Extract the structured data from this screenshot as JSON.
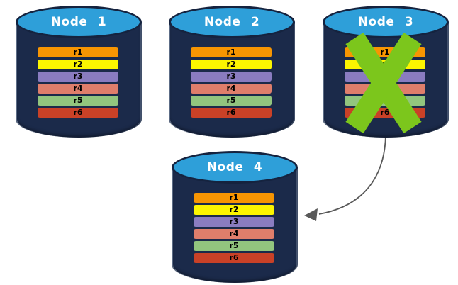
{
  "diagram": {
    "nodes": [
      {
        "label": "Node 1",
        "status": "active",
        "replicas": [
          {
            "label": "r1",
            "color": "#F79502"
          },
          {
            "label": "r2",
            "color": "#FCF500"
          },
          {
            "label": "r3",
            "color": "#8A7CC0"
          },
          {
            "label": "r4",
            "color": "#DF7E6B"
          },
          {
            "label": "r5",
            "color": "#92C57E"
          },
          {
            "label": "r6",
            "color": "#C94127"
          }
        ]
      },
      {
        "label": "Node 2",
        "status": "active",
        "replicas": [
          {
            "label": "r1",
            "color": "#F79502"
          },
          {
            "label": "r2",
            "color": "#FCF500"
          },
          {
            "label": "r3",
            "color": "#8A7CC0"
          },
          {
            "label": "r4",
            "color": "#DF7E6B"
          },
          {
            "label": "r5",
            "color": "#92C57E"
          },
          {
            "label": "r6",
            "color": "#C94127"
          }
        ]
      },
      {
        "label": "Node 3",
        "status": "failed",
        "replicas": [
          {
            "label": "r1",
            "color": "#F79502"
          },
          {
            "label": "r2",
            "color": "#FCF500"
          },
          {
            "label": "r3",
            "color": "#8A7CC0"
          },
          {
            "label": "r4",
            "color": "#DF7E6B"
          },
          {
            "label": "r5",
            "color": "#92C57E"
          },
          {
            "label": "r6",
            "color": "#C94127"
          }
        ]
      },
      {
        "label": "Node 4",
        "status": "active",
        "replicas": [
          {
            "label": "r1",
            "color": "#F79502"
          },
          {
            "label": "r2",
            "color": "#FCF500"
          },
          {
            "label": "r3",
            "color": "#8A7CC0"
          },
          {
            "label": "r4",
            "color": "#DF7E6B"
          },
          {
            "label": "r5",
            "color": "#92C57E"
          },
          {
            "label": "r6",
            "color": "#C94127"
          }
        ]
      }
    ],
    "failure_mark": {
      "icon": "x-mark-icon",
      "color": "#7CC61C",
      "on_node": "Node 3"
    },
    "arrow": {
      "from": "Node 3",
      "to": "Node 4",
      "color": "#595959"
    },
    "colors": {
      "cylinder_body": "#1B2A4A",
      "cylinder_top": "#2E9FD9",
      "cylinder_border": "#15233F",
      "node_label_text": "#FFFFFF",
      "bar_text": "#000000",
      "background": "#FFFFFF"
    }
  }
}
